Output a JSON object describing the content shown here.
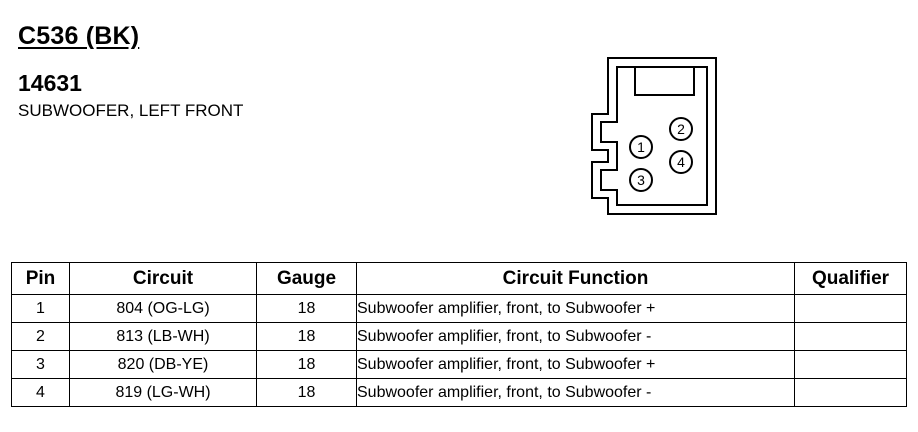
{
  "connector": {
    "id": "C536 (BK)",
    "part_number": "14631",
    "description": "SUBWOOFER, LEFT FRONT",
    "pin_labels": [
      "1",
      "2",
      "3",
      "4"
    ]
  },
  "table": {
    "headers": {
      "pin": "Pin",
      "circuit": "Circuit",
      "gauge": "Gauge",
      "function": "Circuit Function",
      "qualifier": "Qualifier"
    },
    "rows": [
      {
        "pin": "1",
        "circuit": "804 (OG-LG)",
        "gauge": "18",
        "function": "Subwoofer amplifier, front, to Subwoofer +",
        "qualifier": ""
      },
      {
        "pin": "2",
        "circuit": "813 (LB-WH)",
        "gauge": "18",
        "function": "Subwoofer amplifier, front, to Subwoofer -",
        "qualifier": ""
      },
      {
        "pin": "3",
        "circuit": "820 (DB-YE)",
        "gauge": "18",
        "function": "Subwoofer amplifier, front, to Subwoofer +",
        "qualifier": ""
      },
      {
        "pin": "4",
        "circuit": "819 (LG-WH)",
        "gauge": "18",
        "function": "Subwoofer amplifier, front, to Subwoofer -",
        "qualifier": ""
      }
    ]
  }
}
